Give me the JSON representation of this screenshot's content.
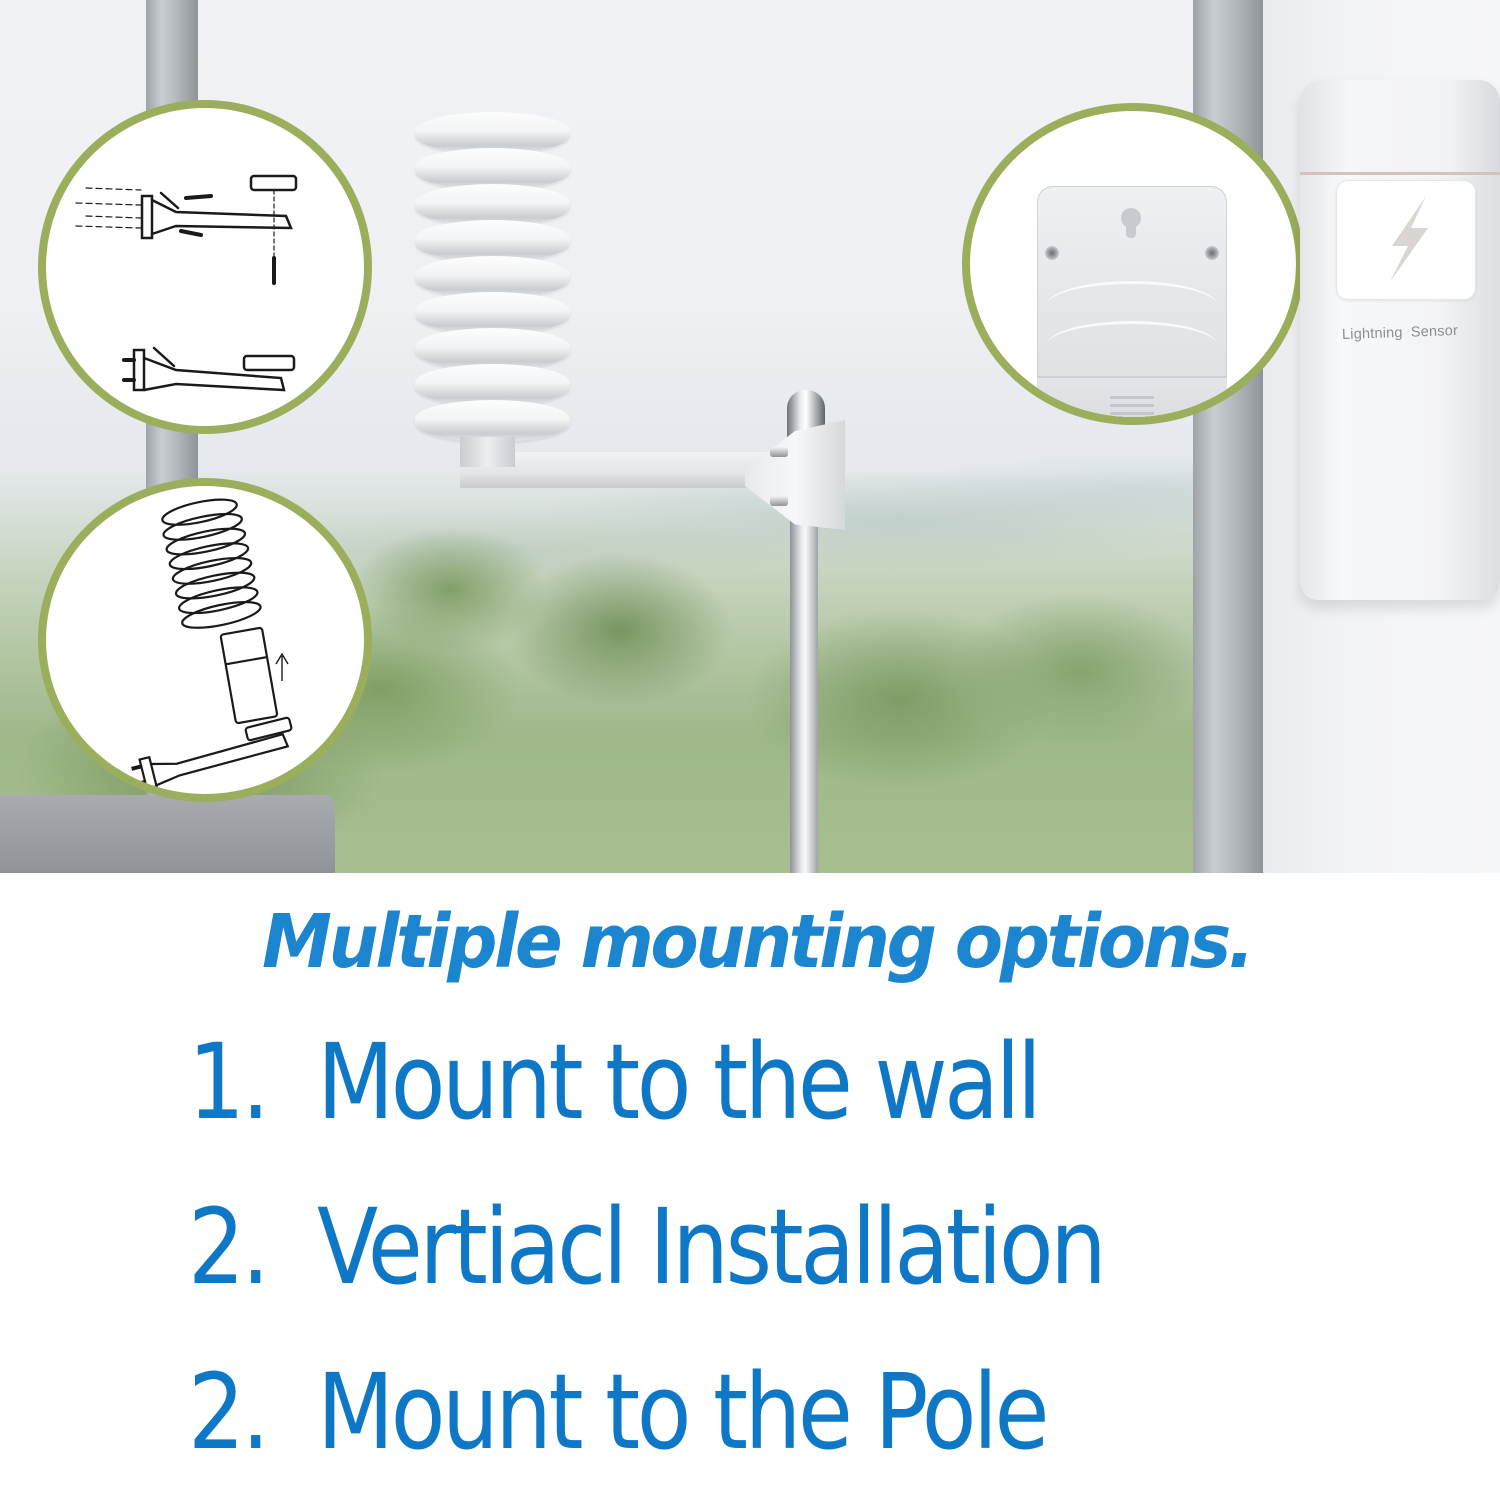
{
  "scene": {
    "description": "Outdoor window view with weather sensor mounted on a pole",
    "insets": [
      {
        "id": "wall-mount-diagram",
        "caption": ""
      },
      {
        "id": "vertical-install-diagram",
        "caption": ""
      },
      {
        "id": "sensor-back-keyhole",
        "caption": ""
      }
    ],
    "product_label": "Lightning Sensor",
    "product_icon": "lightning-bolt-icon"
  },
  "headline": "Multiple mounting options.",
  "options": [
    {
      "number": "1.",
      "label": "Mount to the wall"
    },
    {
      "number": "2.",
      "label": "Vertiacl Installation"
    },
    {
      "number": "2.",
      "label": "Mount to the Pole"
    }
  ],
  "colors": {
    "headline": "#1b86cf",
    "options": "#0f78c6",
    "inset_ring": "#9aae5c",
    "label_gray": "#8b8d90"
  }
}
